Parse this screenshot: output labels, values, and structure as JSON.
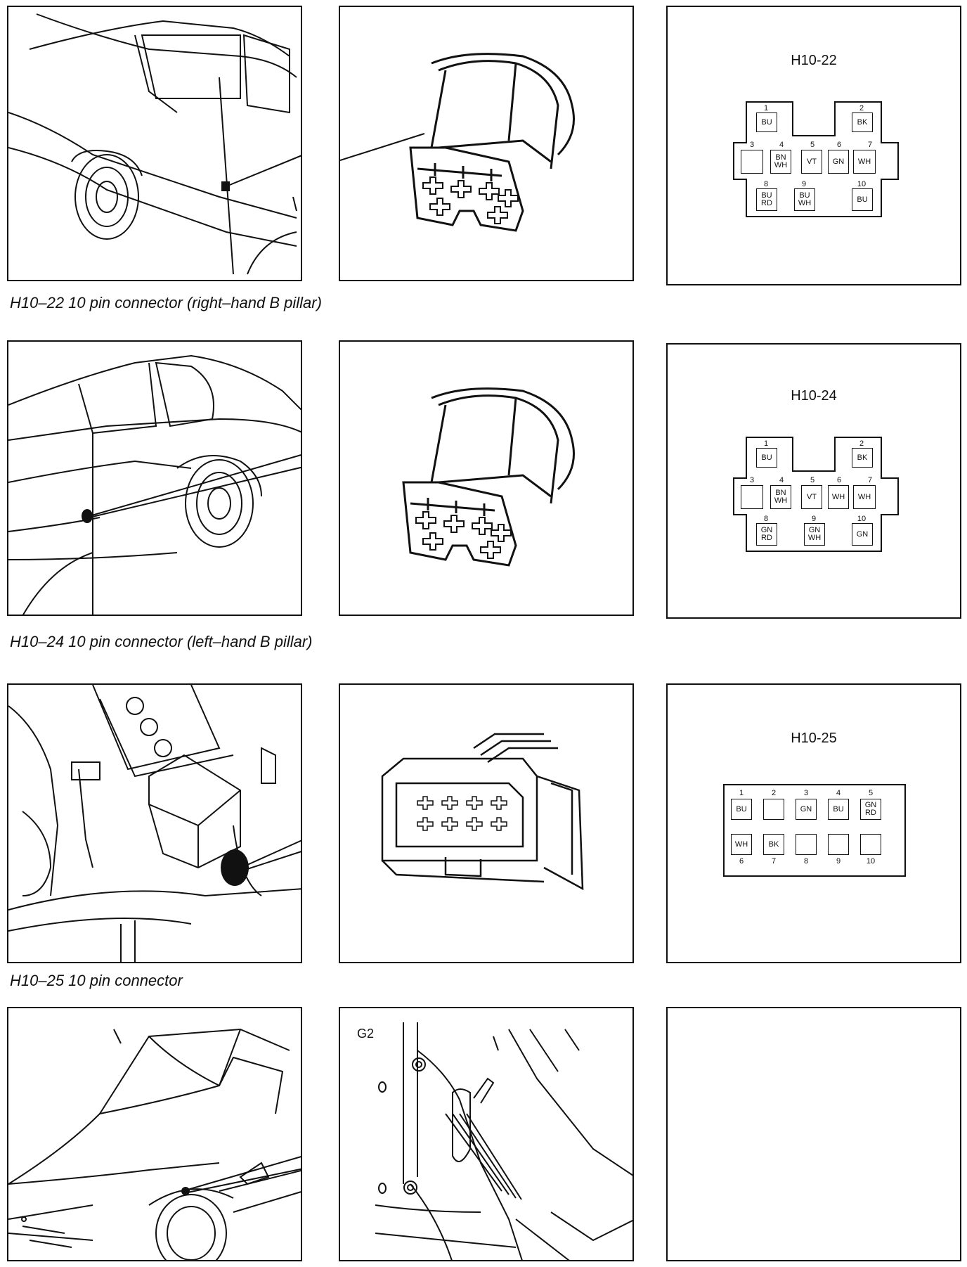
{
  "rows": [
    {
      "caption": "H10–22 10 pin connector (right–hand B pillar)",
      "connector": {
        "title": "H10-22",
        "pins": [
          {
            "num": "1",
            "color": "BU"
          },
          {
            "num": "2",
            "color": "BK"
          },
          {
            "num": "3",
            "color": ""
          },
          {
            "num": "4",
            "color": "BN\nWH"
          },
          {
            "num": "5",
            "color": "VT"
          },
          {
            "num": "6",
            "color": "GN"
          },
          {
            "num": "7",
            "color": "WH"
          },
          {
            "num": "8",
            "color": "BU\nRD"
          },
          {
            "num": "9",
            "color": "BU\nWH"
          },
          {
            "num": "10",
            "color": "BU"
          }
        ]
      }
    },
    {
      "caption": "H10–24 10 pin connector (left–hand B pillar)",
      "connector": {
        "title": "H10-24",
        "pins": [
          {
            "num": "1",
            "color": "BU"
          },
          {
            "num": "2",
            "color": "BK"
          },
          {
            "num": "3",
            "color": ""
          },
          {
            "num": "4",
            "color": "BN\nWH"
          },
          {
            "num": "5",
            "color": "VT"
          },
          {
            "num": "6",
            "color": "WH"
          },
          {
            "num": "7",
            "color": "WH"
          },
          {
            "num": "8",
            "color": "GN\nRD"
          },
          {
            "num": "9",
            "color": "GN\nWH"
          },
          {
            "num": "10",
            "color": "GN"
          }
        ]
      }
    },
    {
      "caption": "H10–25 10 pin connector",
      "connector": {
        "title": "H10-25",
        "pins": [
          {
            "num": "1",
            "color": "BU"
          },
          {
            "num": "2",
            "color": ""
          },
          {
            "num": "3",
            "color": "GN"
          },
          {
            "num": "4",
            "color": "BU"
          },
          {
            "num": "5",
            "color": "GN\nRD"
          },
          {
            "num": "6",
            "color": "WH"
          },
          {
            "num": "7",
            "color": "BK"
          },
          {
            "num": "8",
            "color": ""
          },
          {
            "num": "9",
            "color": ""
          },
          {
            "num": "10",
            "color": ""
          }
        ]
      }
    },
    {
      "ground_label": "G2"
    }
  ]
}
